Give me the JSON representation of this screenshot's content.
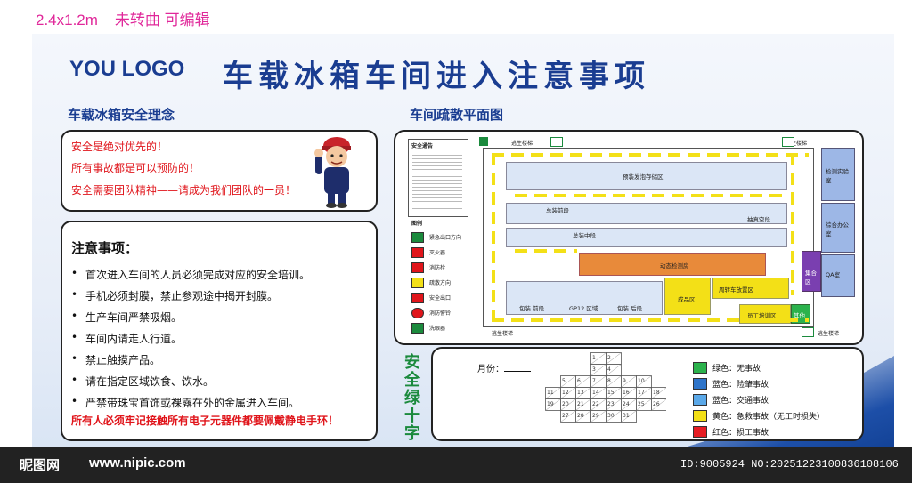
{
  "header_note": {
    "size": "2.4x1.2m",
    "status": "未转曲 可编辑"
  },
  "logo": "YOU LOGO",
  "title": "车载冰箱车间进入注意事项",
  "safety_concept": {
    "heading": "车载冰箱安全理念",
    "lines": [
      "安全是绝对优先的！",
      "所有事故都是可以预防的！",
      "安全需要团队精神——请成为我们团队的一员！"
    ]
  },
  "notes": {
    "heading": "注意事项：",
    "items": [
      "首次进入车间的人员必须完成对应的安全培训。",
      "手机必须封膜，禁止参观途中揭开封膜。",
      "生产车间严禁吸烟。",
      "车间内请走人行道。",
      "禁止触摸产品。",
      "请在指定区域饮食、饮水。",
      "严禁带珠宝首饰或裸露在外的金属进入车间。"
    ],
    "warning": "所有人必须牢记接触所有电子元器件都要佩戴静电手环！"
  },
  "floor_plan": {
    "heading": "车间疏散平面图",
    "notice_title": "安全通告",
    "legend_title": "图例",
    "legend": [
      "紧急出口方向",
      "灭火器",
      "消防栓",
      "疏散方向",
      "安全出口",
      "消防警铃",
      "洗眼器"
    ],
    "exits": [
      "逃生楼梯",
      "逃生楼梯",
      "逃生楼梯",
      "逃生楼梯"
    ],
    "areas": {
      "pre_foam": "预装发泡存储区",
      "final_front": "总装前段",
      "final_mid": "总装中段",
      "vacuum": "抽真空段",
      "dynamic_test": "动态检测房",
      "finished": "成品区",
      "turnover": "周转车放置区",
      "pack_front": "包装 前段",
      "gp12": "GP12 区域",
      "pack_back": "包装 后段",
      "training": "员工培训区",
      "lab": "检测实验室",
      "office": "综合办公室",
      "qa": "QA室",
      "assembly": "集合区",
      "misc": "其他"
    }
  },
  "safety_cross": {
    "vertical_title": "安全绿十字",
    "month_label": "月份：",
    "days": 31,
    "legend": [
      {
        "label": "绿色：无事故",
        "color": "#2bb24c"
      },
      {
        "label": "蓝色：险肇事故",
        "color": "#2e74c9"
      },
      {
        "label": "蓝色：交通事故",
        "color": "#5aa8e8"
      },
      {
        "label": "黄色：急救事故（无工时损失）",
        "color": "#f3e017"
      },
      {
        "label": "红色：损工事故",
        "color": "#e51c23"
      }
    ]
  },
  "watermark": {
    "brand": "昵图网",
    "url": "www.nipic.com",
    "id": "ID:9005924 NO:20251223100836108106"
  }
}
